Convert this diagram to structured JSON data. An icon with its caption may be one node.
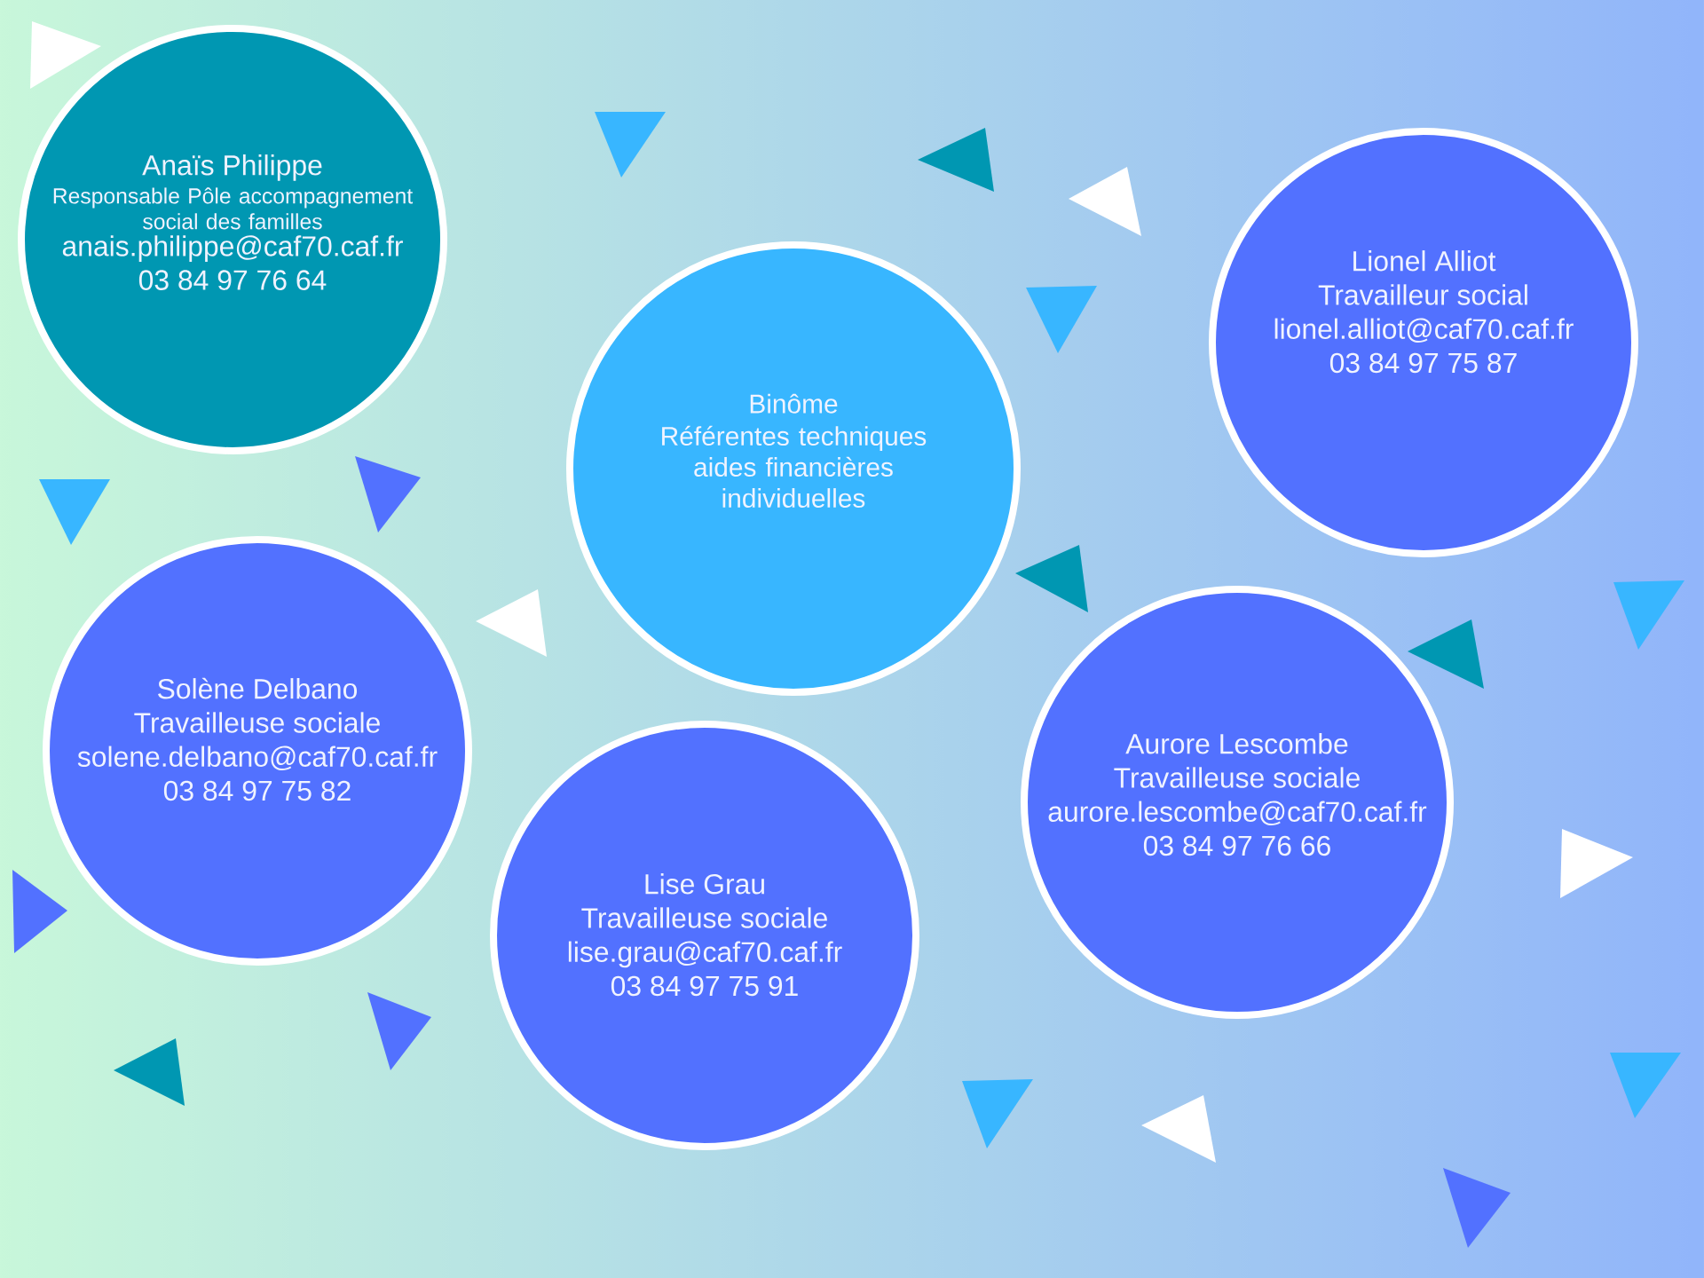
{
  "diagram": {
    "nodes": [
      {
        "text": [
          "Anaïs Philippe",
          "Responsable Pôle accompagnement social des familles",
          "anais.philippe@caf70.caf.fr",
          "03 84 97 76 64"
        ]
      },
      {
        "text": [
          "Lionel Alliot",
          "Travailleur social",
          "lionel.alliot@caf70.caf.fr",
          "03 84 97 75 87"
        ]
      },
      {
        "text": [
          "Binôme",
          "Référentes techniques aides financières individuelles"
        ]
      },
      {
        "text": [
          "Solène Delbano",
          "Travailleuse sociale",
          "solene.delbano@caf70.caf.fr",
          "03 84 97 75 82"
        ]
      },
      {
        "text": [
          "Aurore Lescombe",
          "Travailleuse sociale",
          "aurore.lescombe@caf70.caf.fr",
          "03 84 97 76 66"
        ]
      },
      {
        "text": [
          "Lise Grau",
          "Travailleuse sociale",
          "lise.grau@caf70.caf.fr",
          "03 84 97 75 91"
        ]
      }
    ]
  }
}
